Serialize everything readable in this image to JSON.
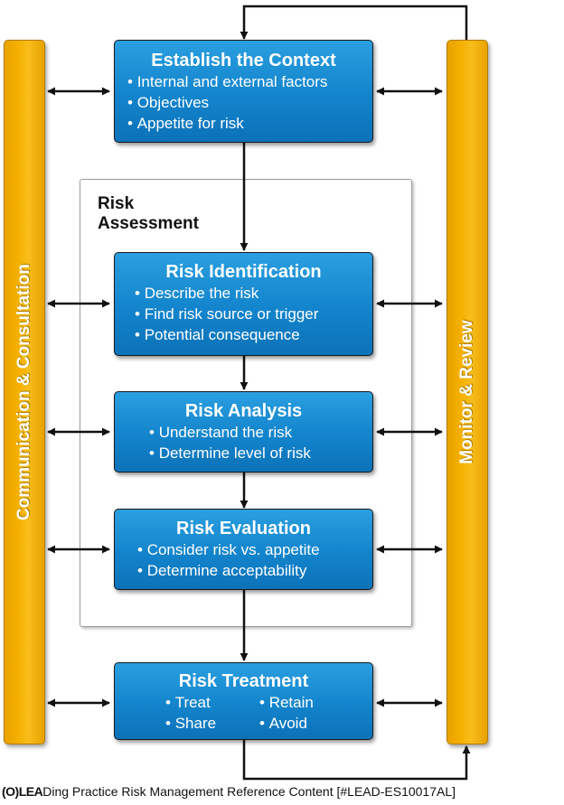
{
  "left_bar": {
    "label": "Communication & Consultation"
  },
  "right_bar": {
    "label": "Monitor & Review"
  },
  "assessment": {
    "title": "Risk\nAssessment"
  },
  "context": {
    "title": "Establish the Context",
    "items": [
      "Internal and external factors",
      "Objectives",
      "Appetite for risk"
    ]
  },
  "identification": {
    "title": "Risk Identification",
    "items": [
      "Describe the risk",
      "Find risk source or trigger",
      "Potential consequence"
    ]
  },
  "analysis": {
    "title": "Risk Analysis",
    "items": [
      "Understand the risk",
      "Determine level of risk"
    ]
  },
  "evaluation": {
    "title": "Risk Evaluation",
    "items": [
      "Consider risk vs. appetite",
      "Determine acceptability"
    ]
  },
  "treatment": {
    "title": "Risk Treatment",
    "items": [
      "Treat",
      "Retain",
      "Share",
      "Avoid"
    ]
  },
  "footer": {
    "logo": "(O)LEA",
    "text": "Ding Practice Risk Management Reference Content [#LEAD-ES10017AL]"
  },
  "colors": {
    "bar": "#f5b100",
    "box": "#1384cc",
    "arrow": "#111111"
  }
}
